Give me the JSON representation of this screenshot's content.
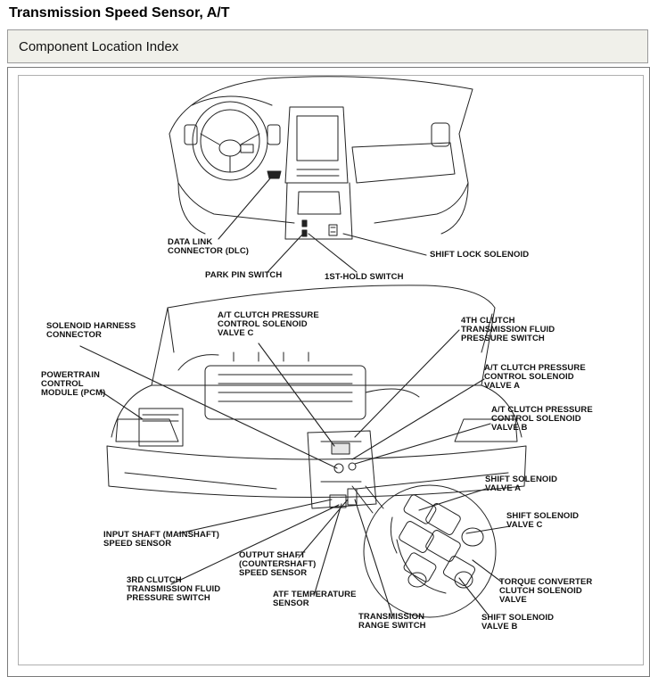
{
  "page": {
    "title": "Transmission Speed Sensor, A/T",
    "section_title": "Component Location Index"
  },
  "labels": {
    "data_link_connector": "DATA LINK\nCONNECTOR (DLC)",
    "park_pin_switch": "PARK PIN SWITCH",
    "hold_switch": "1ST-HOLD SWITCH",
    "shift_lock_solenoid": "SHIFT LOCK SOLENOID",
    "solenoid_harness_connector": "SOLENOID HARNESS\nCONNECTOR",
    "clutch_pressure_valve_c": "A/T CLUTCH PRESSURE\nCONTROL SOLENOID\nVALVE C",
    "fourth_clutch_switch": "4TH CLUTCH\nTRANSMISSION FLUID\nPRESSURE SWITCH",
    "powertrain_control_module": "POWERTRAIN\nCONTROL\nMODULE (PCM)",
    "clutch_pressure_valve_a": "A/T CLUTCH PRESSURE\nCONTROL SOLENOID\nVALVE A",
    "clutch_pressure_valve_b": "A/T CLUTCH PRESSURE\nCONTROL SOLENOID\nVALVE B",
    "shift_solenoid_valve_a": "SHIFT SOLENOID\nVALVE A",
    "shift_solenoid_valve_c": "SHIFT SOLENOID\nVALVE C",
    "input_shaft_speed_sensor": "INPUT SHAFT (MAINSHAFT)\nSPEED SENSOR",
    "output_shaft_speed_sensor": "OUTPUT SHAFT\n(COUNTERSHAFT)\nSPEED SENSOR",
    "third_clutch_switch": "3RD CLUTCH\nTRANSMISSION FLUID\nPRESSURE SWITCH",
    "torque_converter_valve": "TORQUE CONVERTER\nCLUTCH SOLENOID\nVALVE",
    "atf_temperature_sensor": "ATF TEMPERATURE\nSENSOR",
    "transmission_range_switch": "TRANSMISSION\nRANGE SWITCH",
    "shift_solenoid_valve_b": "SHIFT SOLENOID\nVALVE B"
  }
}
